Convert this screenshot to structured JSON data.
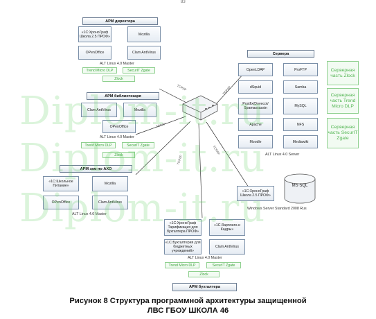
{
  "page_number": "83",
  "director": {
    "title": "АРМ директора",
    "apps": [
      "«1С:ХроноГраф Школа 2.5 ПРОФ»",
      "Mozilla",
      "OPenOffice",
      "Clam AntiVirus"
    ],
    "os": "ALT Linux 4.0 Master",
    "protection": [
      "Trend Micro DLP",
      "SecurIT Zgate",
      "Zlock"
    ]
  },
  "librarian": {
    "title": "АРМ библиотекаря",
    "apps": [
      "Clam AntiVirus",
      "Mozilla",
      "OPenOffice"
    ],
    "os": "ALT Linux 4.0 Master",
    "protection": [
      "Trend Micro DLP",
      "SecurIT Zgate",
      "Zlock"
    ]
  },
  "aho": {
    "title": "АРМ зам по АХО",
    "apps": [
      "«1С:Школьное Питание»",
      "Mozilla",
      "OPenOffice",
      "Clam AntiVirus"
    ],
    "os": "ALT Linux 4.0 Master"
  },
  "servers": {
    "title": "Сервера",
    "apps": [
      "OpenLDAP",
      "ProFTP",
      "dSquid",
      "Samba",
      "Postfix/Dovecot/ Spamassassin",
      "MySQL",
      "Apache",
      "NFS",
      "Moodle",
      "Mediawiki"
    ],
    "protection": [
      "Серверная часть Zlock",
      "Серверная часть Trend Micro DLP",
      "Серверная часть SecurIT Zgate"
    ],
    "os": "ALT Linux 4.0 Server"
  },
  "windows_server": {
    "app": "«1С:ХроноГраф Школа 2.5 ПРОФ»",
    "db": "MS SQL",
    "os": "Windows Server Standard 2008 Rus"
  },
  "accountant": {
    "title": "АРМ бухгалтера",
    "apps": [
      "«1С:ХроноГраф Тарификация для бухгалтера ПРОФ»",
      "«1С:Зарплата и Кадры»",
      "«1С:Бухгалтерия для бюджетных учреждений»",
      "Clam AntiVirus"
    ],
    "os": "ALT Linux 4.0 Master",
    "protection": [
      "Trend Micro DLP",
      "SecurIT Zgate",
      "Zlock"
    ]
  },
  "links": [
    "TCP/IP",
    "TCP/IP",
    "TCP/IP",
    "TCP/IP",
    "TCP/IP"
  ],
  "watermark": [
    "Diplom-it.ru",
    "Diplom-it.ru",
    "Diplom-it.ru"
  ],
  "caption": {
    "line1": "Рисунок 8 Структура программной архитектуры   защищенной",
    "line2": "ЛВС ГБОУ ШКОЛА 46"
  }
}
